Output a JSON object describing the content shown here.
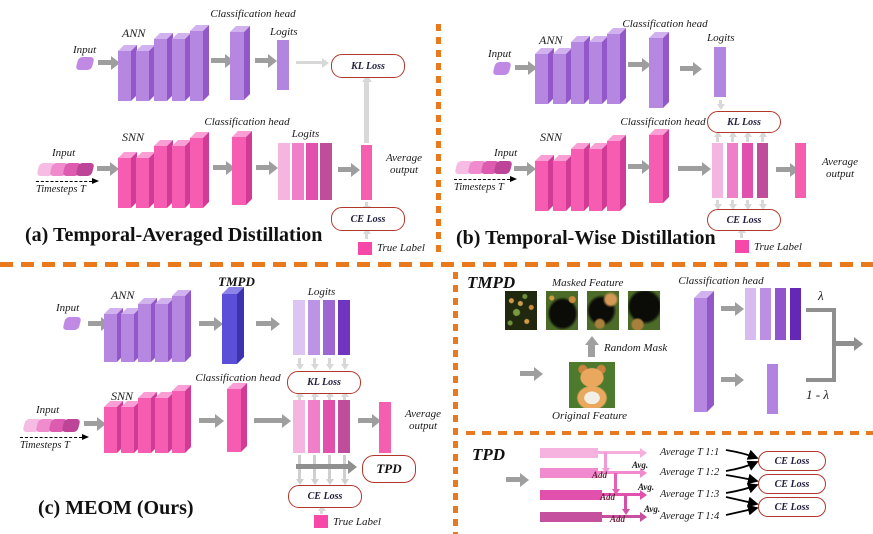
{
  "shared": {
    "input": "Input",
    "ann": "ANN",
    "snn": "SNN",
    "classification_head": "Classification head",
    "logits": "Logits",
    "timesteps": "Timesteps T",
    "kl_loss": "KL Loss",
    "ce_loss": "CE Loss",
    "average_output": "Average output",
    "true_label": "True Label"
  },
  "panel_a": {
    "caption": "(a) Temporal-Averaged Distillation"
  },
  "panel_b": {
    "caption": "(b) Temporal-Wise Distillation"
  },
  "panel_c": {
    "caption": "(c) MEOM (Ours)",
    "tmpd_label": "TMPD",
    "tpd_label": "TPD"
  },
  "tmpd_panel": {
    "title": "TMPD",
    "masked_feature_label": "Masked Feature",
    "random_mask_label": "Random Mask",
    "original_feature_label": "Original Feature",
    "lambda_label": "λ",
    "one_minus_lambda_label": "1 - λ"
  },
  "tpd_panel": {
    "title": "TPD",
    "add_label": "Add",
    "avg_label": "Avg.",
    "average_rows": [
      "Average T 1:1",
      "Average T 1:2",
      "Average T 1:3",
      "Average T 1:4"
    ],
    "ce_loss_label": "CE Loss"
  },
  "colors": {
    "ann_purple": "#b687e0",
    "snn_pink": "#f65cb2",
    "tmpd_blue": "#5a4fd6",
    "loss_border_red": "#b2372b",
    "divider_orange": "#e8791c",
    "true_label_pink": "#f747a8",
    "arrow_gray": "#9e9e9e",
    "loss_arrow_gray": "#d8d8d8"
  }
}
